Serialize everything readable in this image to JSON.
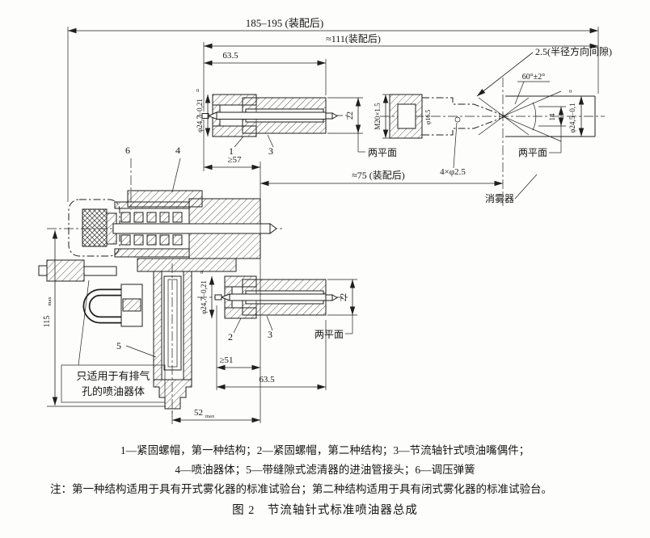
{
  "drawing": {
    "dims": {
      "overall": "185–195 (装配后)",
      "after_assembly_111": "≈111(装配后)",
      "after_assembly_75": "≈75 (装配后)",
      "len_63_5": "63.5",
      "min_57": "≥57",
      "min_51": "≥51",
      "max_52_val": "52",
      "max_52_sub": "max",
      "max_115_val": "115",
      "max_115_sub": "max",
      "dia_cap": "φ24,7−0,21",
      "dia_cap_sup": "0",
      "across_flats": "22",
      "thread": "M20×1.5",
      "dia_seat": "φ16.5",
      "holes": "4×φ2.5",
      "window_14": "14",
      "dia_sleeve": "φ24,5−0,1",
      "dia_sleeve_sup": "0",
      "cone_angle": "60°±2°",
      "radial_gap": "2.5(半径方向间隙)"
    },
    "labels": {
      "two_flats": "两平面",
      "mist_eliminator": "消雾器",
      "note_box_l1": "只适用于有排气",
      "note_box_l2": "孔的喷油器体"
    },
    "callouts": {
      "c1": "1",
      "c2": "2",
      "c3": "3",
      "c4": "4",
      "c5": "5",
      "c6": "6"
    }
  },
  "caption": {
    "line1": "1—紧固螺帽，第一种结构；2—紧固螺帽，第二种结构；3—节流轴针式喷油嘴偶件；",
    "line2": "4—喷油器体；5—带缝隙式滤清器的进油管接头；6—调压弹簧",
    "note": "注：第一种结构适用于具有开式雾化器的标准试验台；第二种结构适用于具有闭式雾化器的标准试验台。",
    "title": "图 2　节流轴针式标准喷油器总成"
  },
  "colors": {
    "paper": "#fdfdfb",
    "ink": "#1f1f1f"
  }
}
